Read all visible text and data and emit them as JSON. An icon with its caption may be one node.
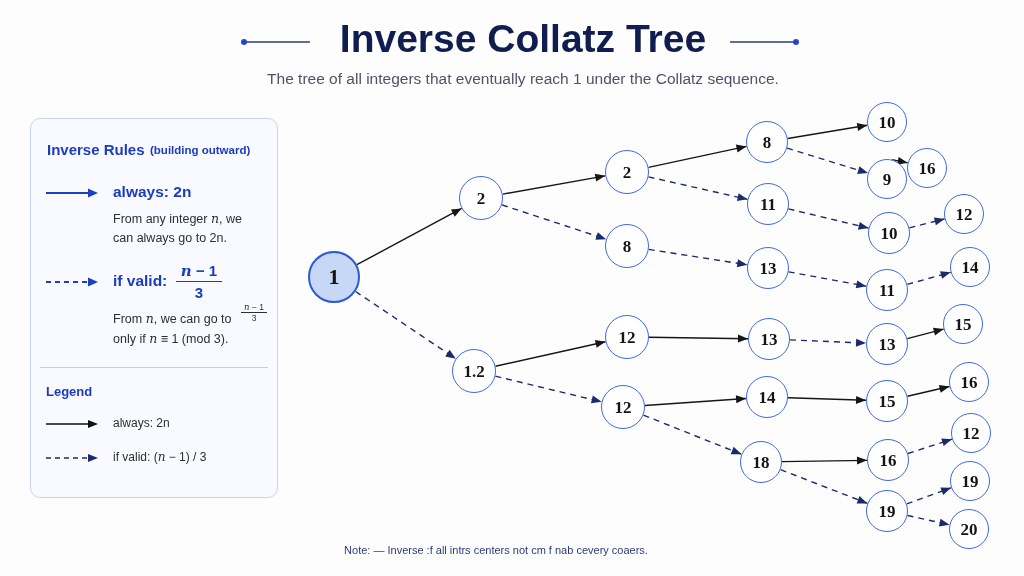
{
  "diagram": {
    "title": "Inverse Collatz Tree",
    "nodes": [
      {
        "text": [
          "1"
        ]
      },
      {
        "text": [
          "2"
        ]
      },
      {
        "text": [
          "1.2"
        ]
      },
      {
        "text": [
          "2"
        ]
      },
      {
        "text": [
          "8"
        ]
      },
      {
        "text": [
          "12"
        ]
      },
      {
        "text": [
          "12"
        ]
      },
      {
        "text": [
          "8"
        ]
      },
      {
        "text": [
          "11"
        ]
      },
      {
        "text": [
          "13"
        ]
      },
      {
        "text": [
          "13"
        ]
      },
      {
        "text": [
          "14"
        ]
      },
      {
        "text": [
          "18"
        ]
      },
      {
        "text": [
          "10"
        ]
      },
      {
        "text": [
          "9"
        ]
      },
      {
        "text": [
          "16"
        ]
      },
      {
        "text": [
          "10"
        ]
      },
      {
        "text": [
          "12"
        ]
      },
      {
        "text": [
          "11"
        ]
      },
      {
        "text": [
          "14"
        ]
      },
      {
        "text": [
          "13"
        ]
      },
      {
        "text": [
          "15"
        ]
      },
      {
        "text": [
          "15"
        ]
      },
      {
        "text": [
          "16"
        ]
      },
      {
        "text": [
          "16"
        ]
      },
      {
        "text": [
          "12"
        ]
      },
      {
        "text": [
          "19"
        ]
      },
      {
        "text": [
          "19"
        ]
      },
      {
        "text": [
          "20"
        ]
      }
    ],
    "edges": [
      {
        "from": 0,
        "to": 1,
        "arrow": "to",
        "color": "#161616"
      },
      {
        "from": 0,
        "to": 2,
        "arrow": "to",
        "style": "dashed"
      },
      {
        "from": 1,
        "to": 3,
        "arrow": "to",
        "color": "#161616"
      },
      {
        "from": 1,
        "to": 4,
        "arrow": "to",
        "style": "dashed"
      },
      {
        "from": 2,
        "to": 5,
        "arrow": "to",
        "color": "#161616"
      },
      {
        "from": 2,
        "to": 6,
        "arrow": "to",
        "style": "dashed"
      },
      {
        "from": 3,
        "to": 7,
        "arrow": "to",
        "color": "#161616"
      },
      {
        "from": 3,
        "to": 8,
        "arrow": "to",
        "style": "dashed"
      },
      {
        "from": 4,
        "to": 9,
        "arrow": "to",
        "style": "dashed"
      },
      {
        "from": 5,
        "to": 10,
        "arrow": "to",
        "color": "#161616"
      },
      {
        "from": 6,
        "to": 11,
        "arrow": "to",
        "color": "#161616"
      },
      {
        "from": 6,
        "to": 12,
        "arrow": "to",
        "style": "dashed"
      },
      {
        "from": 7,
        "to": 13,
        "arrow": "to",
        "color": "#161616"
      },
      {
        "from": 7,
        "to": 14,
        "arrow": "to",
        "style": "dashed"
      },
      {
        "from": 14,
        "to": 15,
        "arrow": "to",
        "color": "#161616"
      },
      {
        "from": 8,
        "to": 16,
        "arrow": "to",
        "style": "dashed"
      },
      {
        "from": 9,
        "to": 18,
        "arrow": "to",
        "style": "dashed"
      },
      {
        "from": 10,
        "to": 20,
        "arrow": "to",
        "style": "dashed"
      },
      {
        "from": 11,
        "to": 22,
        "arrow": "to",
        "color": "#161616"
      },
      {
        "from": 12,
        "to": 24,
        "arrow": "to",
        "color": "#161616"
      },
      {
        "from": 12,
        "to": 26,
        "arrow": "to",
        "style": "dashed"
      },
      {
        "from": 16,
        "to": 17,
        "arrow": "to",
        "style": "dashed"
      },
      {
        "from": 18,
        "to": 19,
        "arrow": "to",
        "style": "dashed"
      },
      {
        "from": 20,
        "to": 21,
        "arrow": "to",
        "color": "#161616"
      },
      {
        "from": 22,
        "to": 23,
        "arrow": "to",
        "color": "#161616"
      },
      {
        "from": 24,
        "to": 25,
        "arrow": "to",
        "style": "dashed"
      },
      {
        "from": 26,
        "to": 27,
        "arrow": "to",
        "style": "dashed"
      },
      {
        "from": 26,
        "to": 28,
        "arrow": "to",
        "style": "dashed"
      }
    ],
    "labels": [
      "The tree of all integers that eventually reach 1 under the Collatz sequence.",
      "Inverse Rules",
      "(building outward)",
      "always: 2n",
      "From any integer *n*, we can always go to 2n.",
      "if valid:",
      "*n* − 1",
      "3",
      "From *n*, we can go to",
      "*n* − 1",
      "3",
      "only if *n* ≡ 1 (mod 3).",
      "Legend",
      "Note: — Inverse :f all intrs centers not cm f nab cevery coaers."
    ],
    "legend": [
      {
        "text": "always: 2n"
      },
      {
        "text": "if valid: (*n* − 1) / 3"
      }
    ]
  }
}
